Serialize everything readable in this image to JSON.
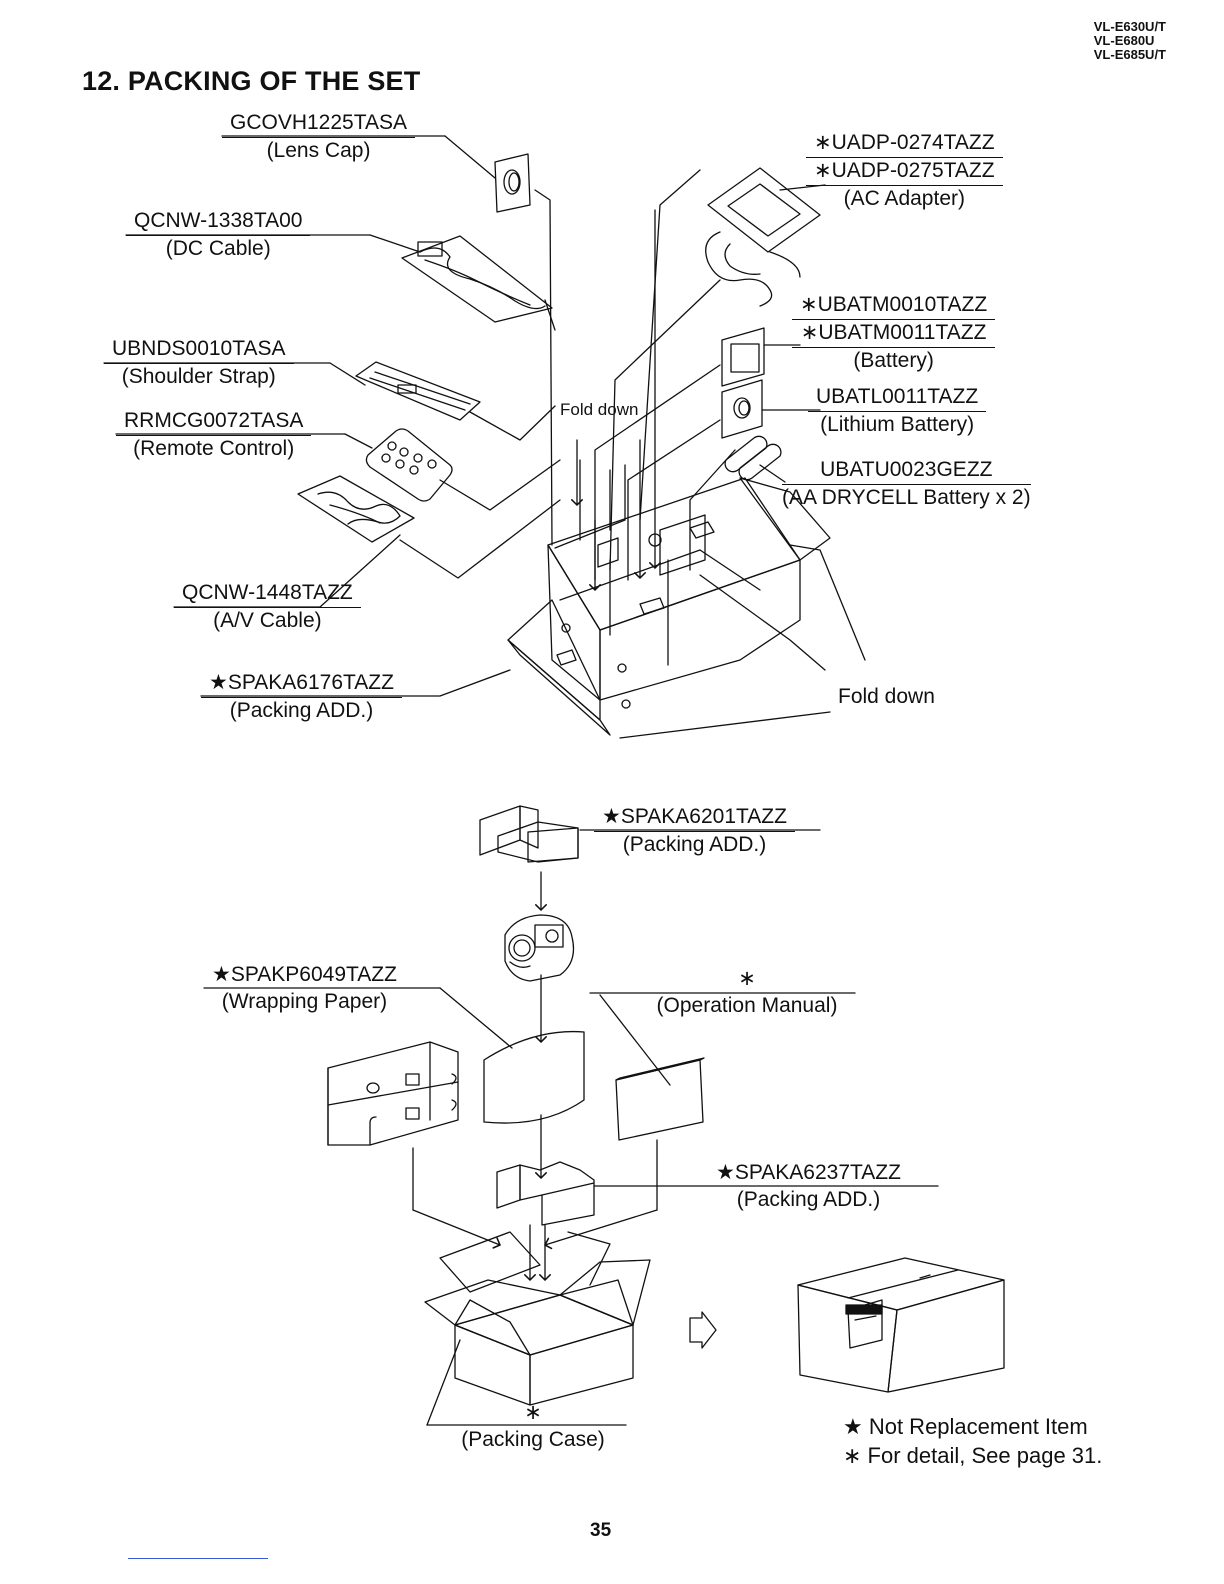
{
  "header": {
    "models": [
      "VL-E630U/T",
      "VL-E680U",
      "VL-E685U/T"
    ],
    "title": "12. PACKING OF THE SET"
  },
  "labels": [
    {
      "id": "lens-cap",
      "part": "GCOVH1225TASA",
      "desc": "(Lens Cap)"
    },
    {
      "id": "dc-cable",
      "part": "QCNW-1338TA00",
      "desc": "(DC Cable)"
    },
    {
      "id": "shoulder-strap",
      "part": "UBNDS0010TASA",
      "desc": "(Shoulder Strap)"
    },
    {
      "id": "remote-control",
      "part": "RRMCG0072TASA",
      "desc": "(Remote Control)"
    },
    {
      "id": "av-cable",
      "part": "QCNW-1448TAZZ",
      "desc": "(A/V Cable)"
    },
    {
      "id": "packing-add-1",
      "part": "★SPAKA6176TAZZ",
      "desc": "(Packing ADD.)"
    },
    {
      "id": "ac-adapter",
      "part": "∗UADP-0274TAZZ",
      "part2": "∗UADP-0275TAZZ",
      "desc": "(AC Adapter)"
    },
    {
      "id": "battery",
      "part": "∗UBATM0010TAZZ",
      "part2": "∗UBATM0011TAZZ",
      "desc": "(Battery)"
    },
    {
      "id": "lithium-battery",
      "part": "UBATL0011TAZZ",
      "desc": "(Lithium Battery)"
    },
    {
      "id": "aa-battery",
      "part": "UBATU0023GEZZ",
      "desc": "(AA DRYCELL Battery x 2)"
    },
    {
      "id": "packing-add-2",
      "part": "★SPAKA6201TAZZ",
      "desc": "(Packing ADD.)"
    },
    {
      "id": "wrapping-paper",
      "part": "★SPAKP6049TAZZ",
      "desc": "(Wrapping Paper)"
    },
    {
      "id": "operation-manual",
      "part": "∗",
      "desc": "(Operation Manual)"
    },
    {
      "id": "packing-add-3",
      "part": "★SPAKA6237TAZZ",
      "desc": "(Packing ADD.)"
    },
    {
      "id": "packing-case",
      "part": "∗",
      "desc": "(Packing Case)"
    }
  ],
  "annotations": {
    "fold_down_1": "Fold down",
    "fold_down_2": "Fold down"
  },
  "legend": {
    "star": "★ Not Replacement Item",
    "asterisk": "∗ For detail, See page 31."
  },
  "page_number": "35"
}
